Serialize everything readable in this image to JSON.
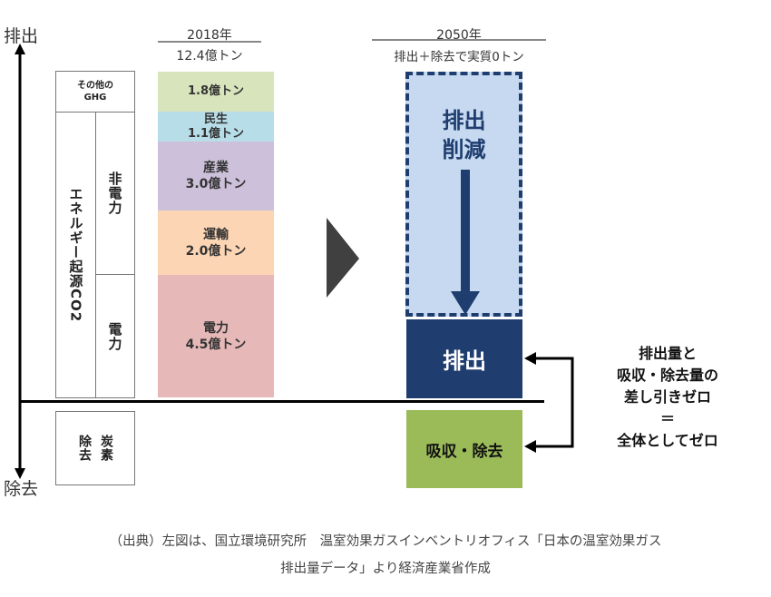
{
  "axis": {
    "top_label": "排出",
    "bottom_label": "除去"
  },
  "left_header": {
    "year": "2018年",
    "total": "12.4億トン"
  },
  "right_header": {
    "year": "2050年",
    "subtitle": "排出＋除去で実質0トン"
  },
  "category_labels": {
    "other_ghg": [
      "その他の",
      "GHG"
    ],
    "energy_co2": "エネルギー起源CO2",
    "non_power": "非電力",
    "power": "電力",
    "carbon_removal": [
      "炭素",
      "除去"
    ]
  },
  "chart_data": {
    "type": "bar",
    "title": "2018年 12.4億トン",
    "unit": "億トン",
    "stack": [
      {
        "name": "その他のGHG",
        "label": "",
        "value": 1.8,
        "value_label": "1.8億トン",
        "color": "#d8e4bc"
      },
      {
        "name": "民生",
        "label": "民生",
        "value": 1.1,
        "value_label": "1.1億トン",
        "color": "#b7dde8"
      },
      {
        "name": "産業",
        "label": "産業",
        "value": 3.0,
        "value_label": "3.0億トン",
        "color": "#ccc0da"
      },
      {
        "name": "運輸",
        "label": "運輸",
        "value": 2.0,
        "value_label": "2.0億トン",
        "color": "#fcd5b4"
      },
      {
        "name": "電力",
        "label": "電力",
        "value": 4.5,
        "value_label": "4.5億トン",
        "color": "#e6b9b8"
      }
    ],
    "total": 12.4
  },
  "target_2050": {
    "reduction_label": [
      "排出",
      "削減"
    ],
    "emission_label": "排出",
    "removal_label": "吸収・除去",
    "colors": {
      "reduction_fill": "#c6d9f0",
      "navy": "#1f3d6e",
      "removal_fill": "#9bbb59"
    }
  },
  "explanation": [
    "排出量と",
    "吸収・除去量の",
    "差し引きゼロ",
    "＝",
    "全体としてゼロ"
  ],
  "caption": [
    "（出典）左図は、国立環境研究所　温室効果ガスインベントリオフィス「日本の温室効果ガス",
    "排出量データ」より経済産業省作成"
  ]
}
